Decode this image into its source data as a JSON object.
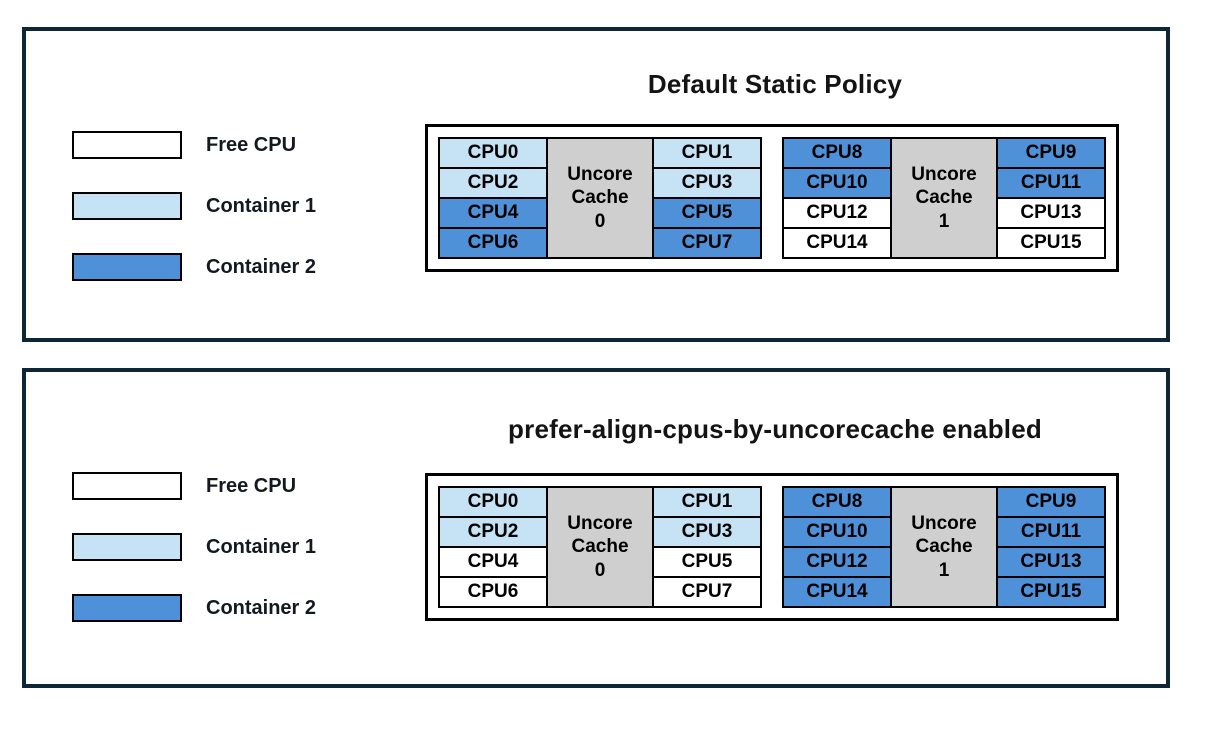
{
  "colors": {
    "free": "#FFFFFF",
    "container1": "#C5E3F4",
    "container2": "#4F91D9",
    "uncore_cache": "#CFCFCF",
    "panel_border": "#0D2737",
    "cell_border": "#000000"
  },
  "legend": {
    "items": [
      {
        "label": "Free CPU",
        "state": "free"
      },
      {
        "label": "Container 1",
        "state": "container1"
      },
      {
        "label": "Container 2",
        "state": "container2"
      }
    ]
  },
  "panels": [
    {
      "title": "Default Static Policy",
      "clusters": [
        {
          "cache_lines": [
            "Uncore",
            "Cache",
            "0"
          ],
          "left": [
            {
              "label": "CPU0",
              "state": "container1"
            },
            {
              "label": "CPU2",
              "state": "container1"
            },
            {
              "label": "CPU4",
              "state": "container2"
            },
            {
              "label": "CPU6",
              "state": "container2"
            }
          ],
          "right": [
            {
              "label": "CPU1",
              "state": "container1"
            },
            {
              "label": "CPU3",
              "state": "container1"
            },
            {
              "label": "CPU5",
              "state": "container2"
            },
            {
              "label": "CPU7",
              "state": "container2"
            }
          ]
        },
        {
          "cache_lines": [
            "Uncore",
            "Cache",
            "1"
          ],
          "left": [
            {
              "label": "CPU8",
              "state": "container2"
            },
            {
              "label": "CPU10",
              "state": "container2"
            },
            {
              "label": "CPU12",
              "state": "free"
            },
            {
              "label": "CPU14",
              "state": "free"
            }
          ],
          "right": [
            {
              "label": "CPU9",
              "state": "container2"
            },
            {
              "label": "CPU11",
              "state": "container2"
            },
            {
              "label": "CPU13",
              "state": "free"
            },
            {
              "label": "CPU15",
              "state": "free"
            }
          ]
        }
      ]
    },
    {
      "title": "prefer-align-cpus-by-uncorecache enabled",
      "clusters": [
        {
          "cache_lines": [
            "Uncore",
            "Cache",
            "0"
          ],
          "left": [
            {
              "label": "CPU0",
              "state": "container1"
            },
            {
              "label": "CPU2",
              "state": "container1"
            },
            {
              "label": "CPU4",
              "state": "free"
            },
            {
              "label": "CPU6",
              "state": "free"
            }
          ],
          "right": [
            {
              "label": "CPU1",
              "state": "container1"
            },
            {
              "label": "CPU3",
              "state": "container1"
            },
            {
              "label": "CPU5",
              "state": "free"
            },
            {
              "label": "CPU7",
              "state": "free"
            }
          ]
        },
        {
          "cache_lines": [
            "Uncore",
            "Cache",
            "1"
          ],
          "left": [
            {
              "label": "CPU8",
              "state": "container2"
            },
            {
              "label": "CPU10",
              "state": "container2"
            },
            {
              "label": "CPU12",
              "state": "container2"
            },
            {
              "label": "CPU14",
              "state": "container2"
            }
          ],
          "right": [
            {
              "label": "CPU9",
              "state": "container2"
            },
            {
              "label": "CPU11",
              "state": "container2"
            },
            {
              "label": "CPU13",
              "state": "container2"
            },
            {
              "label": "CPU15",
              "state": "container2"
            }
          ]
        }
      ]
    }
  ]
}
